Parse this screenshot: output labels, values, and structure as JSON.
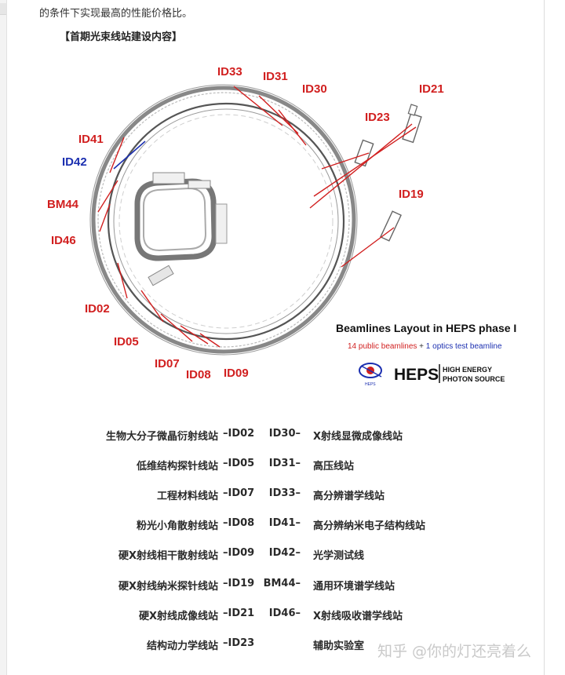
{
  "intro_text": "的条件下实现最高的性能价格比。",
  "section_title": "【首期光束线站建设内容】",
  "diagram": {
    "labels": {
      "ID33": "ID33",
      "ID31": "ID31",
      "ID30": "ID30",
      "ID21": "ID21",
      "ID23": "ID23",
      "ID41": "ID41",
      "ID42": "ID42",
      "BM44": "BM44",
      "ID46": "ID46",
      "ID19": "ID19",
      "ID02": "ID02",
      "ID05": "ID05",
      "ID07": "ID07",
      "ID08": "ID08",
      "ID09": "ID09"
    },
    "layout_title": "Beamlines Layout in HEPS phase I",
    "subtitle_public": "14 public beamlines",
    "subtitle_plus": " + ",
    "subtitle_optics": "1 optics test beamline",
    "logo_text": "HEPS",
    "logo_sub1": "HIGH ENERGY",
    "logo_sub2": "PHOTON SOURCE",
    "logo_small": "HEPS",
    "colors": {
      "public": "#d11f1f",
      "optics": "#1b2fb0"
    }
  },
  "table": [
    {
      "left_name": "生物大分子微晶衍射线站",
      "left_code": "–ID02",
      "right_code": "ID30–",
      "right_name": "X射线显微成像线站"
    },
    {
      "left_name": "低维结构探针线站",
      "left_code": "–ID05",
      "right_code": "ID31–",
      "right_name": "高压线站"
    },
    {
      "left_name": "工程材料线站",
      "left_code": "–ID07",
      "right_code": "ID33–",
      "right_name": "高分辨谱学线站"
    },
    {
      "left_name": "粉光小角散射线站",
      "left_code": "–ID08",
      "right_code": "ID41–",
      "right_name": "高分辨纳米电子结构线站"
    },
    {
      "left_name": "硬X射线相干散射线站",
      "left_code": "–ID09",
      "right_code": "ID42–",
      "right_name": "光学测试线"
    },
    {
      "left_name": "硬X射线纳米探针线站",
      "left_code": "–ID19",
      "right_code": "BM44–",
      "right_name": "通用环境谱学线站"
    },
    {
      "left_name": "硬X射线成像线站",
      "left_code": "–ID21",
      "right_code": "ID46–",
      "right_name": "X射线吸收谱学线站"
    },
    {
      "left_name": "结构动力学线站",
      "left_code": "–ID23",
      "right_code": "",
      "right_name": "辅助实验室"
    }
  ],
  "watermark": "知乎 @你的灯还亮着么"
}
